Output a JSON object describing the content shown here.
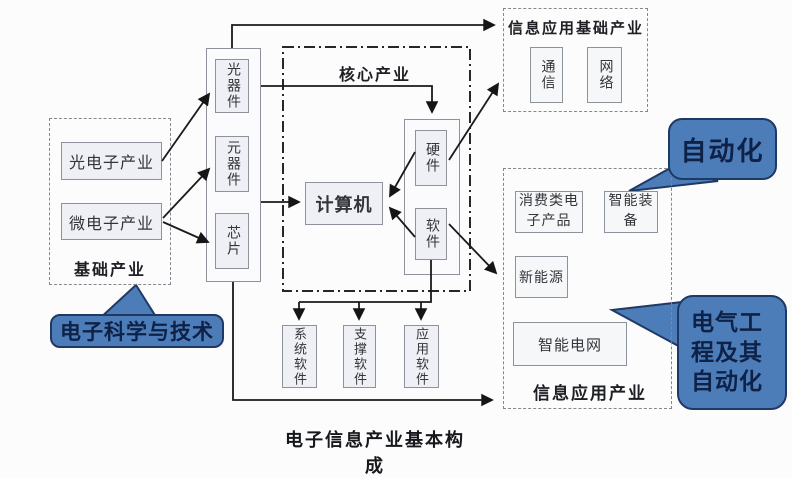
{
  "diagram": {
    "caption": "电子信息产业基本构成",
    "basic_group": {
      "title": "基础产业",
      "optoelectronics": "光电子产业",
      "microelectronics": "微电子产业"
    },
    "component_column": {
      "optical_devices": "光器件",
      "components": "元器件",
      "chips": "芯片"
    },
    "core_group": {
      "title": "核心产业",
      "computer": "计算机",
      "hardware": "硬件",
      "software": "软件"
    },
    "software_row": {
      "system_software": "系统软件",
      "support_software": "支撑软件",
      "application_software": "应用软件"
    },
    "info_basic_group": {
      "title": "信息应用基础产业",
      "telecom": "通信",
      "network": "网络"
    },
    "info_app_group": {
      "title": "信息应用产业",
      "consumer_electronics": "消费类电子产品",
      "smart_equipment": "智能装备",
      "new_energy": "新能源",
      "smart_grid": "智能电网"
    },
    "callouts": {
      "electronic_science": "电子科学与技术",
      "automation": "自动化",
      "electrical_engineering": "电气工程及其自动化"
    },
    "colors": {
      "callout_fill": "#4d7db9",
      "callout_border": "#1f3864",
      "node_fill": "#eef0f6",
      "node_border": "#8d929b",
      "arrow": "#1a1a1a"
    }
  }
}
